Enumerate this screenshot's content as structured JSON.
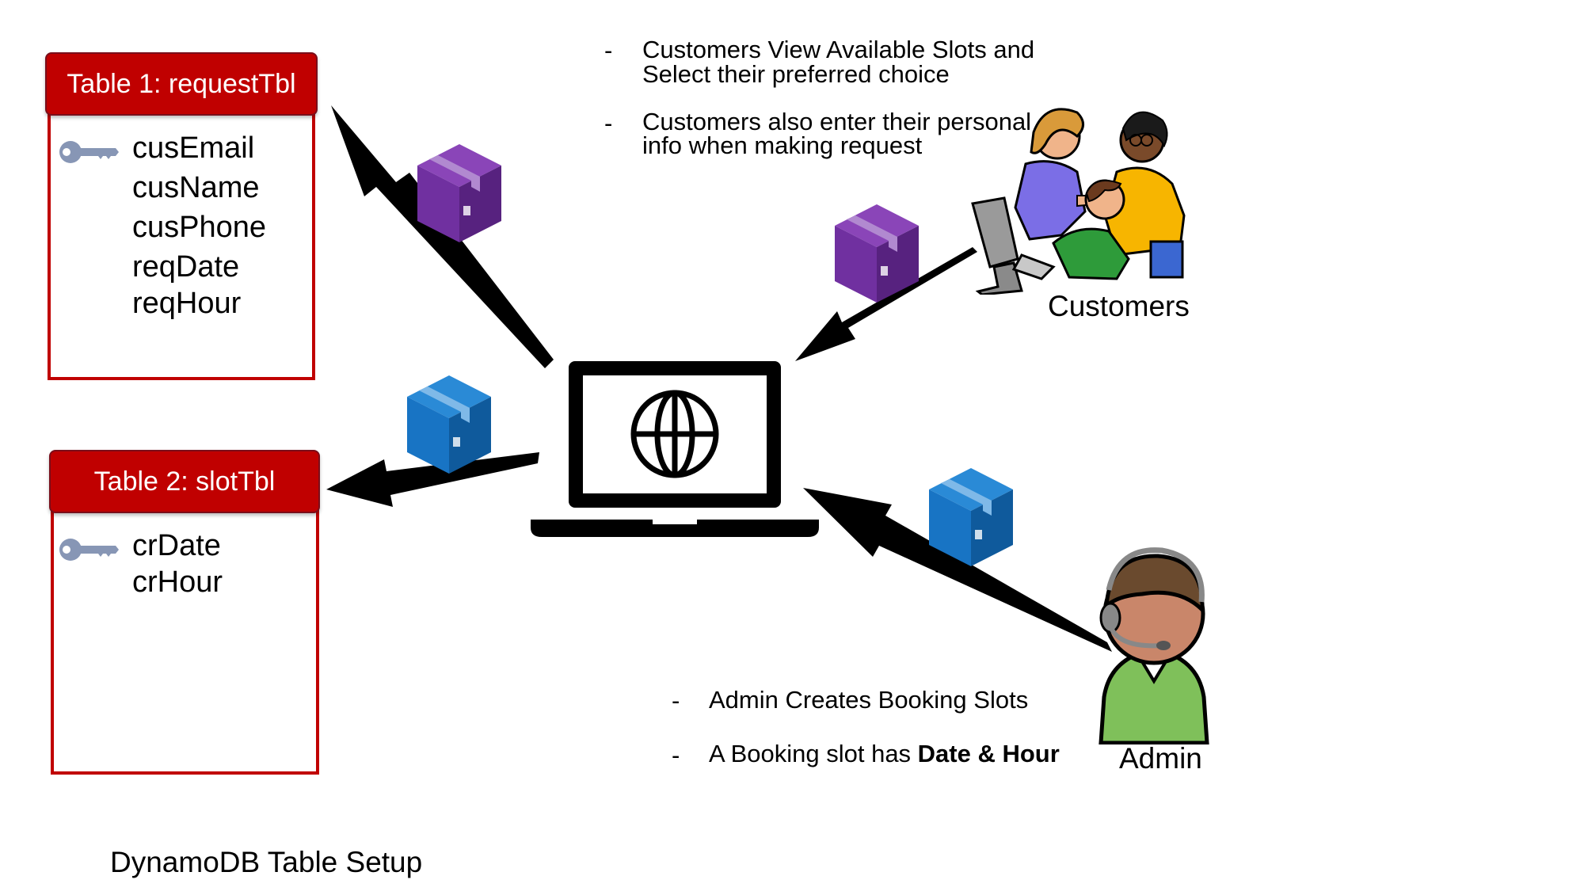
{
  "tables": [
    {
      "header": "Table 1: requestTbl",
      "key_icon": "key-icon",
      "fields": [
        "cusEmail",
        "cusName",
        "cusPhone",
        "reqDate",
        "reqHour"
      ]
    },
    {
      "header": "Table 2: slotTbl",
      "key_icon": "key-icon",
      "fields": [
        "crDate",
        "crHour"
      ]
    }
  ],
  "customer_notes": {
    "bullet1_line1": "Customers View Available Slots and",
    "bullet1_line2": "Select their preferred choice",
    "bullet2_line1": "Customers also enter their personal",
    "bullet2_line2": "info when making request",
    "dash": "-"
  },
  "admin_notes": {
    "bullet1": "Admin Creates Booking Slots",
    "bullet2_prefix": "A Booking slot has ",
    "bullet2_bold": "Date & Hour",
    "dash": "-"
  },
  "labels": {
    "customers": "Customers",
    "admin": "Admin",
    "caption": "DynamoDB Table Setup"
  },
  "icons": {
    "center": "laptop-globe-icon",
    "package_purple": "package-icon",
    "package_blue": "package-icon",
    "customers_group": "customers-illustration",
    "admin_person": "admin-headset-illustration"
  },
  "colors": {
    "table_red": "#c00000",
    "package_purple": "#7030a0",
    "package_blue": "#1874c4",
    "arrow": "#000000",
    "key_gray": "#8796b5"
  }
}
